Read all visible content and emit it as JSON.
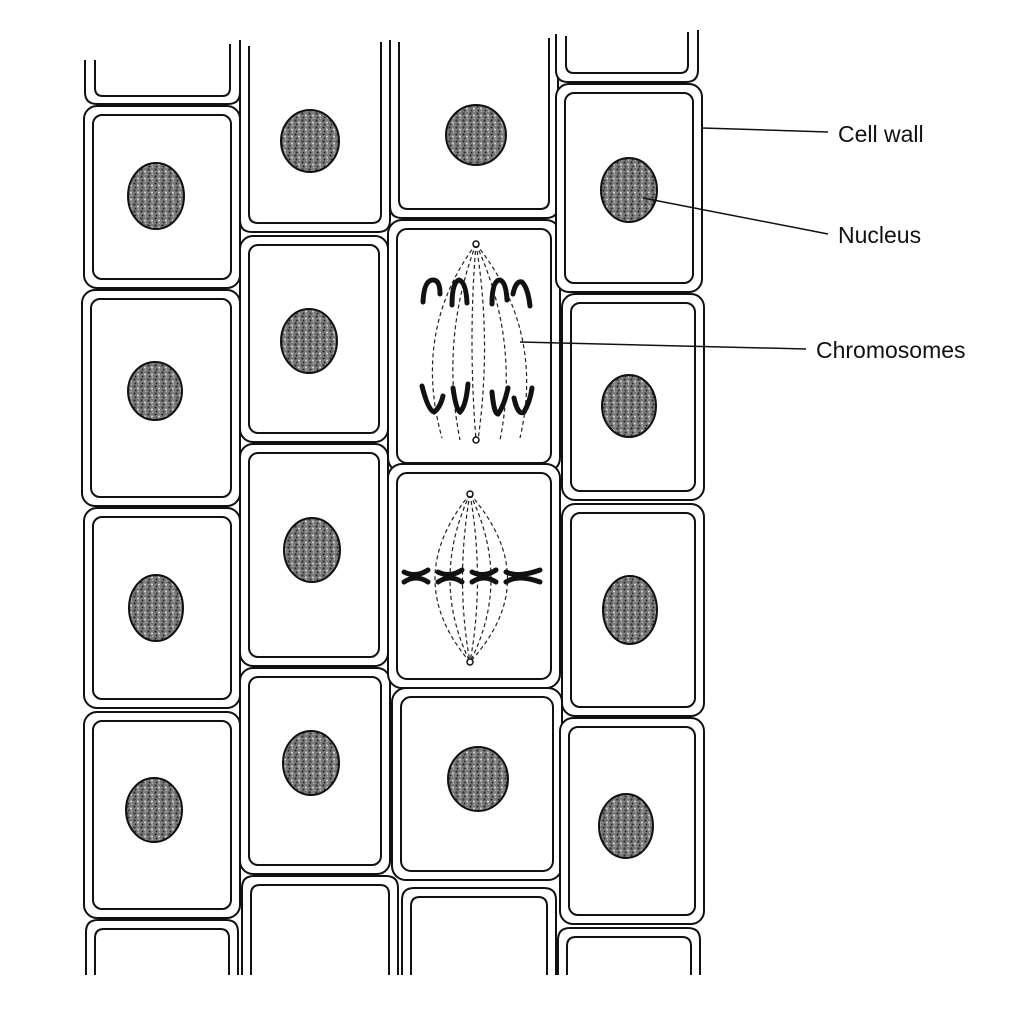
{
  "labels": {
    "cell_wall": "Cell wall",
    "nucleus": "Nucleus",
    "chromosomes": "Chromosomes"
  },
  "colors": {
    "background": "#ffffff",
    "line": "#111111",
    "nucleus_fill": "#6e6e6e",
    "chromosome": "#111111"
  }
}
